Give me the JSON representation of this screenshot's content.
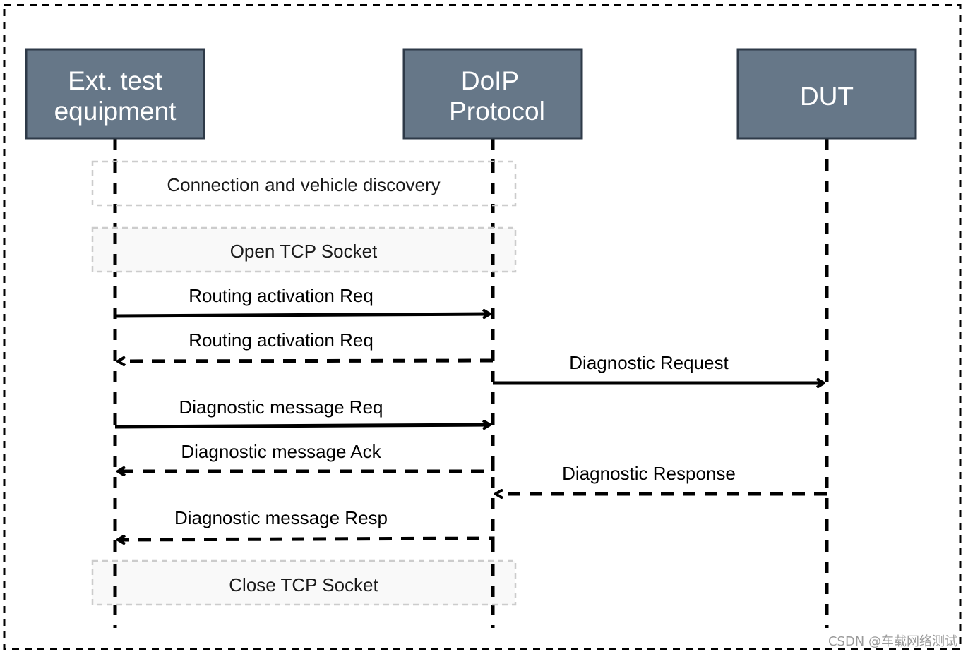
{
  "actors": {
    "tester": {
      "line1": "Ext. test",
      "line2": "equipment"
    },
    "doip": {
      "line1": "DoIP",
      "line2": "Protocol"
    },
    "dut": {
      "label": "DUT"
    }
  },
  "notes": {
    "discovery": "Connection and vehicle discovery",
    "open_socket": "Open TCP Socket",
    "close_socket": "Close TCP Socket"
  },
  "messages": {
    "routing_req": "Routing activation Req",
    "routing_resp": "Routing activation Req",
    "diag_request": "Diagnostic Request",
    "diag_msg_req": "Diagnostic message Req",
    "diag_msg_ack": "Diagnostic message Ack",
    "diag_response": "Diagnostic Response",
    "diag_msg_resp": "Diagnostic message Resp"
  },
  "watermark": "CSDN @车载网络测试",
  "colors": {
    "actor_fill": "#667788",
    "actor_border": "#2e3a48",
    "note_border": "#cccccc",
    "note_fill": "#f9f9f9"
  }
}
